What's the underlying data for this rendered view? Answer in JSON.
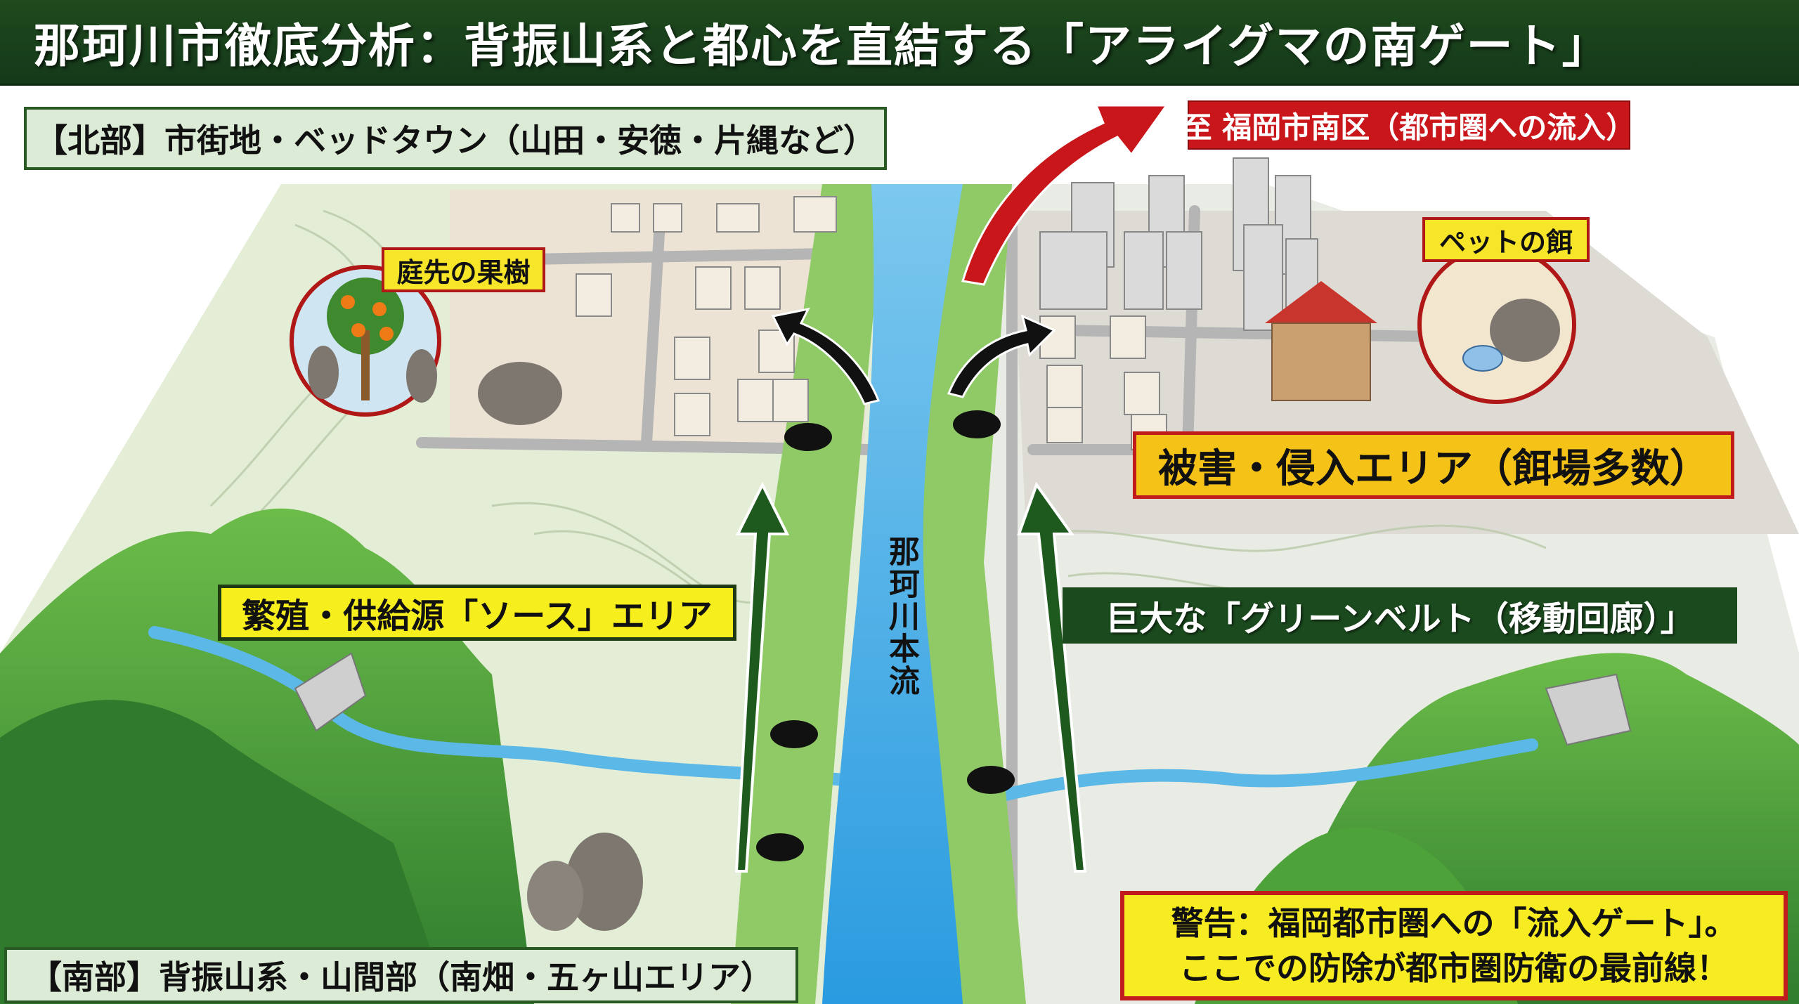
{
  "title": "那珂川市徹底分析：背振山系と都心を直結する「アライグマの南ゲート」",
  "labels": {
    "north": "【北部】市街地・ベッドタウン（山田・安徳・片縄など）",
    "south": "【南部】背振山系・山間部（南畑・五ヶ山エリア）",
    "fukuoka": "至 福岡市南区（都市圏への流入）",
    "pet_food": "ペットの餌",
    "fruit_tree": "庭先の果樹",
    "damage_area": "被害・侵入エリア（餌場多数）",
    "source_area": "繁殖・供給源「ソース」エリア",
    "green_belt": "巨大な「グリーンベルト（移動回廊）」",
    "warning_line1": "警告：福岡都市圏への「流入ゲート」。",
    "warning_line2": "ここでの防除が都市圏防衛の最前線！",
    "river": "那珂川本流"
  },
  "colors": {
    "title_bg": "#1a421c",
    "region_label_bg": "#dcebd6",
    "fukuoka_red": "#c8161a",
    "callout_yellow": "#f7e52a",
    "damage_orange": "#f5c217",
    "greenbelt_bg": "#1b4a1e",
    "river_blue": "#4fb3e8",
    "forest_green": "#3f9a3a",
    "urban_gray": "#d9d6d0"
  }
}
